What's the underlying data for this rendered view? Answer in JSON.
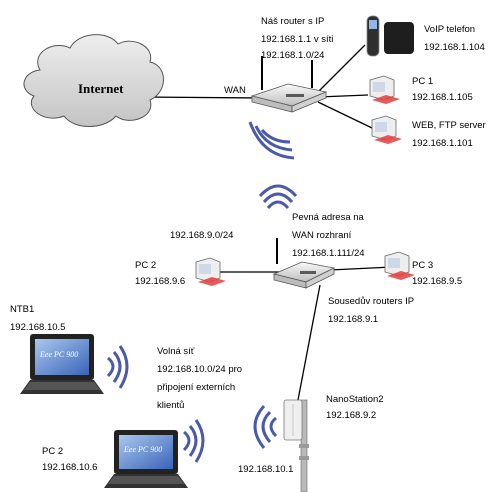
{
  "colors": {
    "line": "#000000",
    "cloud": "#d5d5d5",
    "wifi": "#4a59a8",
    "router_body": "#e6e6e6",
    "pc_accent": "#e33d3d",
    "netbook": "#2a2a2a"
  },
  "cloud": {
    "label": "Internet"
  },
  "wan_label": "WAN",
  "main_router": {
    "line1": "Náš router s IP",
    "line2": "192.168.1.1 v síti",
    "line3": "192.168.1.0/24"
  },
  "voip": {
    "name": "VoIP telefon",
    "ip": "192.168.1.104"
  },
  "pc1": {
    "name": "PC 1",
    "ip": "192.168.1.105"
  },
  "server": {
    "name": "WEB, FTP server",
    "ip": "192.168.1.101"
  },
  "second_router": {
    "line1": "Pevná adresa na",
    "line2": "WAN rozhraní",
    "line3": "192.168.1.111/24",
    "neighbor_line1": "Sousedův routers IP",
    "neighbor_line2": "192.168.9.1"
  },
  "subnet_9": "192.168.9.0/24",
  "pc2_top": {
    "name": "PC 2",
    "ip": "192.168.9.6"
  },
  "pc3": {
    "name": "PC 3",
    "ip": "192.168.9.5"
  },
  "ntb1": {
    "name": "NTB1",
    "ip": "192.168.10.5"
  },
  "free_net": {
    "line1": "Volná síť",
    "line2": "192.168.10.0/24 pro",
    "line3": "připojení externích",
    "line4": "klientů"
  },
  "pc2_bottom": {
    "name": "PC 2",
    "ip": "192.168.10.6"
  },
  "nanostation": {
    "name": "NanoStation2",
    "ip": "192.168.9.2",
    "ip_bottom": "192.168.10.1"
  },
  "netbook_brand": "Eee PC 900"
}
